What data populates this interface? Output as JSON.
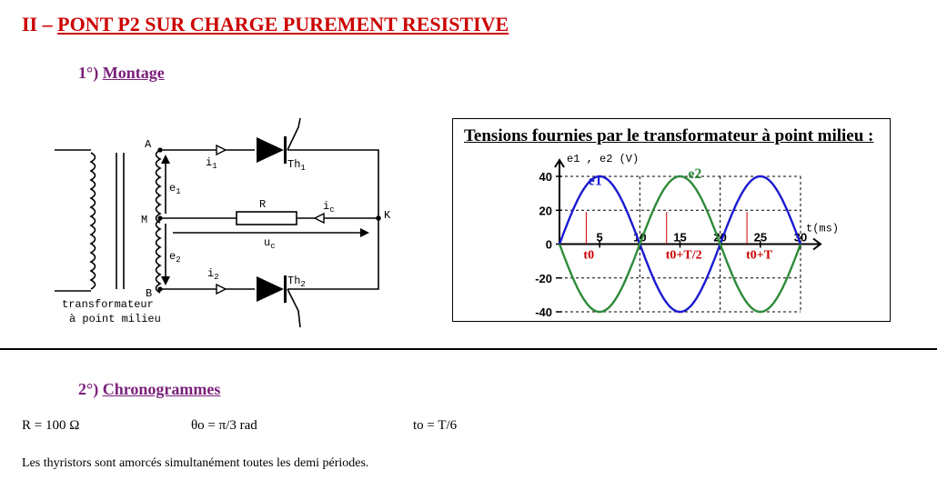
{
  "title": {
    "number": "II –",
    "text": "PONT P2 SUR CHARGE PUREMENT RESISTIVE"
  },
  "section1": {
    "number": "1°)",
    "text": "Montage"
  },
  "section2": {
    "number": "2°)",
    "text": "Chronogrammes"
  },
  "circuit": {
    "node_A": "A",
    "node_M": "M",
    "node_B": "B",
    "node_K": "K",
    "i1": "i",
    "i1_sub": "1",
    "i2": "i",
    "i2_sub": "2",
    "ic": "i",
    "ic_sub": "c",
    "e1": "e",
    "e1_sub": "1",
    "e2": "e",
    "e2_sub": "2",
    "R": "R",
    "uc": "u",
    "uc_sub": "c",
    "th1": "Th",
    "th1_sub": "1",
    "th2": "Th",
    "th2_sub": "2",
    "transformer_line1": "transformateur",
    "transformer_line2": "à point milieu"
  },
  "graph": {
    "heading": "Tensions fournies par le transformateur à point milieu :"
  },
  "chart_data": {
    "type": "line",
    "ylabel": "e1 , e2  (V)",
    "xlabel": "t(ms)",
    "xlim": [
      0,
      30
    ],
    "ylim": [
      -40,
      40
    ],
    "x_ticks": [
      5,
      10,
      15,
      20,
      25,
      30
    ],
    "y_ticks": [
      40,
      20,
      0,
      -20,
      -40
    ],
    "grid": true,
    "series": [
      {
        "name": "e1",
        "color": "#1a1ad0",
        "amplitude": 40,
        "period_ms": 20,
        "phase": 0
      },
      {
        "name": "e2",
        "color": "#2e8b3a",
        "amplitude": 40,
        "period_ms": 20,
        "phase": 180
      }
    ],
    "annotations": [
      {
        "label": "t0",
        "x": 3.33
      },
      {
        "label": "t0+T/2",
        "x": 13.33
      },
      {
        "label": "t0+T",
        "x": 23.33
      }
    ],
    "annotation_color": "#cc0000"
  },
  "params": {
    "R": "R = 100 Ω",
    "theta": "θo = π/3 rad",
    "to": "to = T/6"
  },
  "note": "Les thyristors sont amorcés simultanément toutes les demi périodes."
}
